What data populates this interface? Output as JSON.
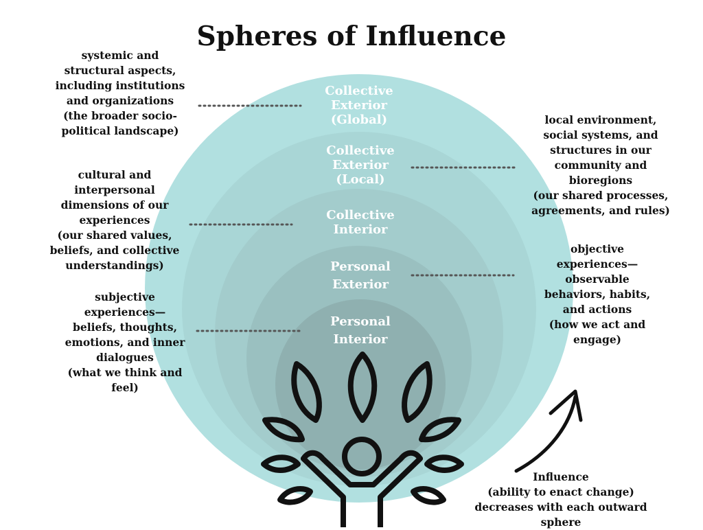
{
  "title": "Spheres of Influence",
  "colors": {
    "ring_outer": "#b1e0e0",
    "ring_2": "#a9d6d6",
    "ring_3": "#a3cccc",
    "ring_4": "#9ac0c0",
    "ring_inner": "#8fb0b0",
    "dots": "#555555",
    "figure": "#111111"
  },
  "spheres": [
    {
      "label": "Collective\nExterior\n(Global)"
    },
    {
      "label": "Collective\nExterior\n(Local)"
    },
    {
      "label": "Collective\nInterior"
    },
    {
      "label": "Personal\nExterior"
    },
    {
      "label": "Personal\nInterior"
    }
  ],
  "notes": {
    "global": "systemic and\nstructural aspects,\nincluding institutions\nand organizations\n(the broader socio-\npolitical landscape)",
    "local": "local environment,\nsocial systems, and\nstructures in our\ncommunity and\nbioregions\n(our shared processes,\nagreements, and rules)",
    "collective_interior": "cultural and\ninterpersonal\ndimensions of our\nexperiences\n(our shared values,\nbeliefs, and collective\nunderstandings)",
    "personal_exterior": "objective\nexperiences—\nobservable\nbehaviors,  habits,\nand actions\n(how we act and\nengage)",
    "personal_interior": "subjective\nexperiences—\nbeliefs, thoughts,\nemotions, and inner\ndialogues\n(what we think and\nfeel)"
  },
  "influence_note": "Influence\n(ability to enact change)\ndecreases with each outward sphere",
  "icons": {
    "figure": "person-tree-icon",
    "arrow": "curved-arrow-icon"
  }
}
